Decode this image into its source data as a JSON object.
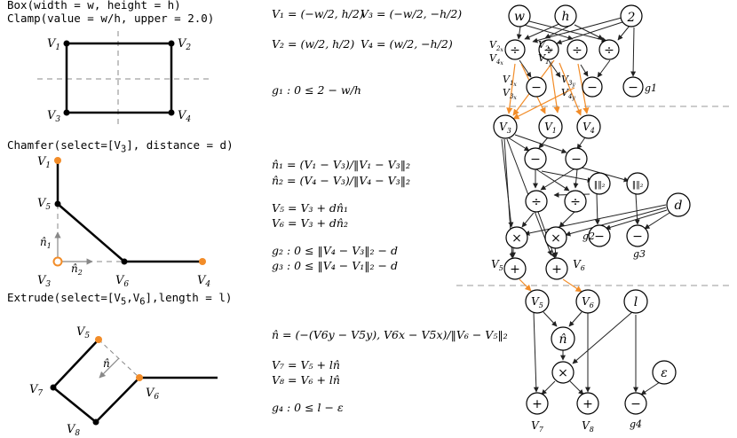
{
  "left": {
    "code1": "Box(width = w, height = h)",
    "code2": "Clamp(value = w/h, upper = 2.0)",
    "code3": "Chamfer(select=[V",
    "code3b": "3",
    "code3c": "], distance = d)",
    "code4": "Extrude(select=[V",
    "code4b": "5",
    "code4c": ",V",
    "code4d": "6",
    "code4e": "],length = l)"
  },
  "middle": {
    "box_eq1": "V₁ = (−w/2, h/2)",
    "box_eq2": "V₃ = (−w/2, −h/2)",
    "box_eq3": "V₂ = (w/2, h/2)",
    "box_eq4": "V₄ = (w/2, −h/2)",
    "g1": "g₁ : 0 ≤ 2 − w/h",
    "chamfer_n1": "n̂₁ = (V₁ − V₃)/‖V₁ − V₃‖₂",
    "chamfer_n2": "n̂₂ = (V₄ − V₃)/‖V₄ − V₃‖₂",
    "v5": "V₅ = V₃ + dn̂₁",
    "v6": "V₆ = V₃ + dn̂₂",
    "g2": "g₂ : 0 ≤ ‖V₄ − V₃‖₂ − d",
    "g3": "g₃ : 0 ≤ ‖V₄ − V₁‖₂ − d",
    "extrude_n": "n̂ = (−(V6y − V5y), V6x − V5x)/‖V₆ − V₅‖₂",
    "v7": "V₇ = V₅ + ln̂",
    "v8": "V₈ = V₆ + ln̂",
    "g4": "g₄ : 0 ≤ l − ε"
  },
  "graph": {
    "w": "w",
    "h": "h",
    "two": "2",
    "l1": "V2x",
    "l2": "V4x",
    "l3": "V2y",
    "l4": "V1y",
    "l5": "V1x",
    "l6": "V3x",
    "l7": "V3y",
    "l8": "V4y",
    "g1": "g1",
    "g2": "g2",
    "g3": "g3",
    "g4": "g4",
    "d": "d",
    "l": "l",
    "eps": "ε",
    "V1": "V1",
    "V3": "V3",
    "V4": "V4",
    "V5": "V5",
    "V6": "V6",
    "V7": "V7",
    "V8": "V8"
  },
  "colors": {
    "orange": "#F28C28",
    "line": "#000000",
    "gray": "#999999"
  }
}
